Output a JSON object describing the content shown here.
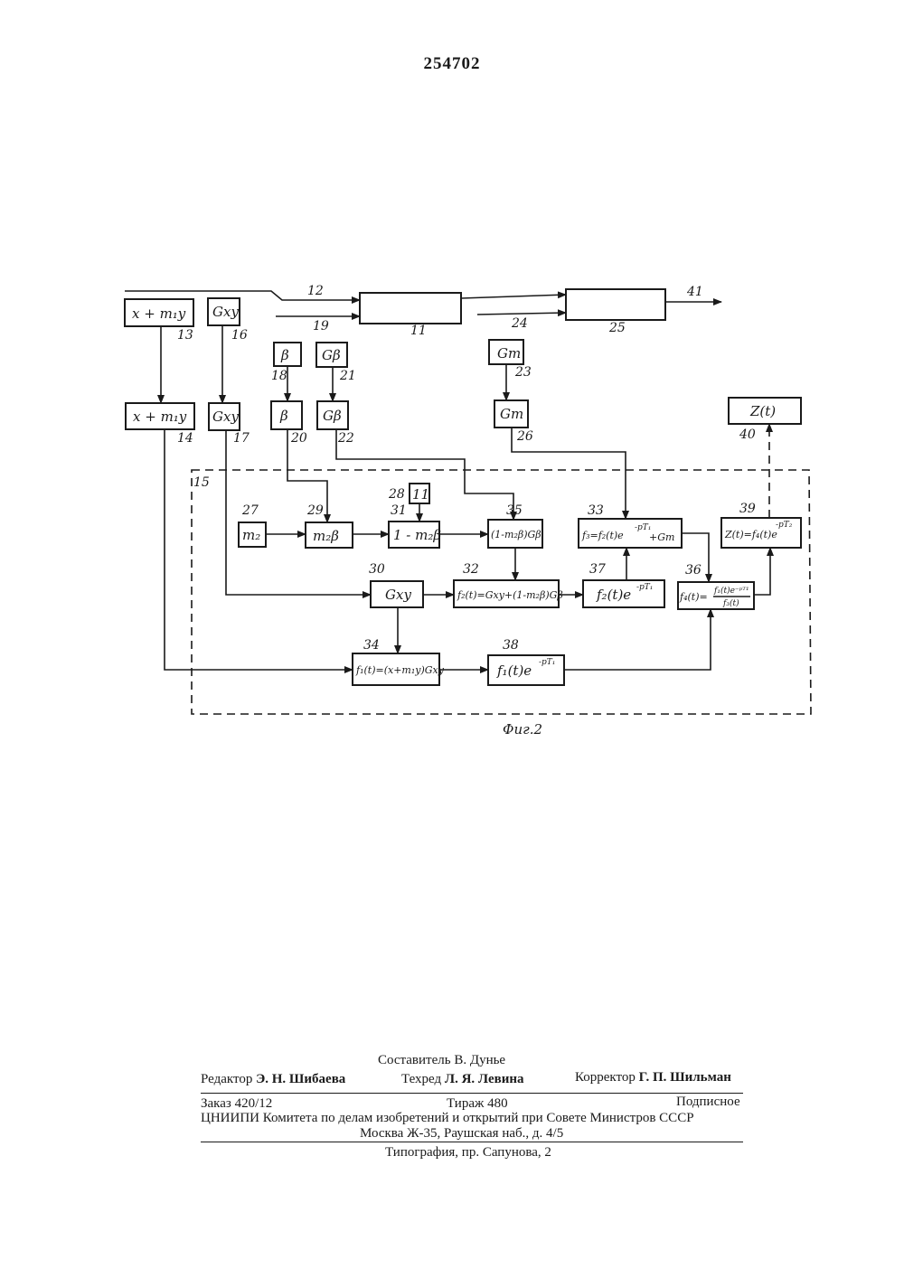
{
  "header": {
    "patent_number": "254702"
  },
  "figure": {
    "caption": "Фиг.2",
    "blocks": {
      "b11": "11",
      "b25": "25",
      "b13": {
        "label": "x + m₁y",
        "num": "13"
      },
      "b14": {
        "label": "x + m₁y",
        "num": "14"
      },
      "b16": {
        "label": "Gxy",
        "num": "16"
      },
      "b17": {
        "label": "Gxy",
        "num": "17"
      },
      "b18": {
        "label": "β",
        "num": "18"
      },
      "b20": {
        "label": "β",
        "num": "20"
      },
      "b21": {
        "label": "Gβ",
        "num": "21"
      },
      "b22": {
        "label": "Gβ",
        "num": "22"
      },
      "b23": {
        "label": "Gт",
        "num": "23"
      },
      "b26": {
        "label": "Gт",
        "num": "26"
      },
      "b40": {
        "label": "Z(t)",
        "num": "40"
      },
      "b27": {
        "label": "m₂",
        "num": "27"
      },
      "b29": {
        "label": "m₂β",
        "num": "29"
      },
      "b28": {
        "label": "11",
        "num": "28"
      },
      "b31": {
        "label": "1 - m₂β",
        "num": "31"
      },
      "b35": {
        "label": "(1-m₂β)Gβ",
        "num": "35"
      },
      "b33": {
        "label": "f₃=f₂(t)e",
        "exp": "-pT₁",
        "extra": "+Gт",
        "num": "33"
      },
      "b39": {
        "label": "Z(t)=f₄(t)e",
        "exp": "-pT₂",
        "num": "39"
      },
      "b30": {
        "label": "Gxy",
        "num": "30"
      },
      "b32": {
        "label": "f₂(t)=Gxy+(1-m₂β)Gβ",
        "num": "32"
      },
      "b37": {
        "label": "f₂(t)e",
        "exp": "-pT₁",
        "num": "37"
      },
      "b36": {
        "label": "f₄(t)=",
        "frac_top": "f₁(t)e⁻ᵖᵀ¹",
        "frac_bottom": "f₃(t)",
        "num": "36"
      },
      "b34": {
        "label": "f₁(t)=(x+m₁y)Gxy",
        "num": "34"
      },
      "b38": {
        "label": "f₁(t)e",
        "exp": "-pT₁",
        "num": "38"
      },
      "region15": "15"
    },
    "wire_labels": {
      "w12": "12",
      "w19": "19",
      "w24": "24",
      "w41": "41"
    }
  },
  "colophon": {
    "compiler": "Составитель В. Дунье",
    "editor_label": "Редактор",
    "editor": "Э. Н. Шибаева",
    "techred_label": "Техред",
    "techred": "Л. Я. Левина",
    "corrector_label": "Корректор",
    "corrector": "Г. П. Шильман",
    "order": "Заказ 420/12",
    "print_run": "Тираж 480",
    "subscription": "Подписное",
    "institute": "ЦНИИПИ Комитета по делам изобретений и открытий при Совете Министров СССР",
    "address": "Москва Ж-35, Раушская наб., д. 4/5",
    "printing_house": "Типография, пр. Сапунова, 2"
  }
}
